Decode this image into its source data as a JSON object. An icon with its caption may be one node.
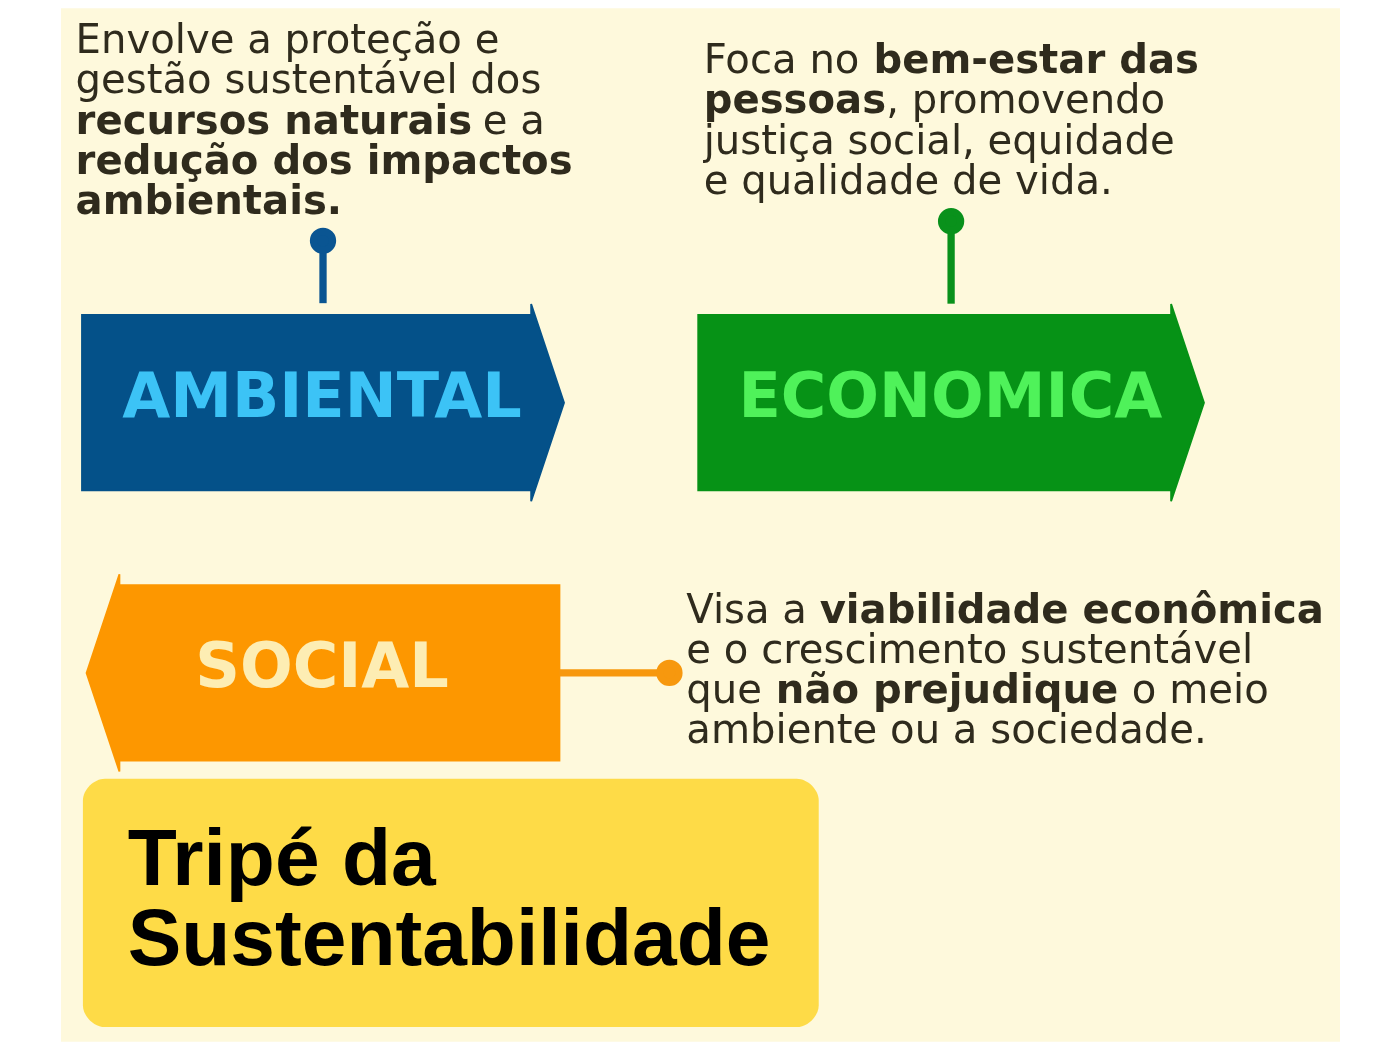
{
  "diagram": {
    "title": "Tripé da Sustentabilidade",
    "nodes": [
      {
        "text": [
          "Envolve a proteção e gestão sustentável dos **recursos naturais** e a **redução dos impactos ambientais.**"
        ]
      },
      {
        "text": [
          "Foca no **bem-estar das pessoas**, promovendo justiça social, equidade e qualidade de vida."
        ]
      },
      {
        "text": [
          "AMBIENTAL"
        ]
      },
      {
        "text": [
          "ECONOMICA"
        ]
      },
      {
        "text": [
          "SOCIAL"
        ]
      },
      {
        "text": [
          "Visa a **viabilidade econômica** e o crescimento sustentável que **não prejudique** o meio ambiente ou a sociedade."
        ]
      }
    ],
    "edges": [
      {
        "from": 0,
        "to": 2,
        "arrow": "other",
        "color": "#0a5592"
      },
      {
        "from": 1,
        "to": 3,
        "arrow": "other",
        "color": "#09911b"
      },
      {
        "from": 5,
        "to": 4,
        "arrow": "other",
        "color": "#f7980e"
      }
    ]
  }
}
